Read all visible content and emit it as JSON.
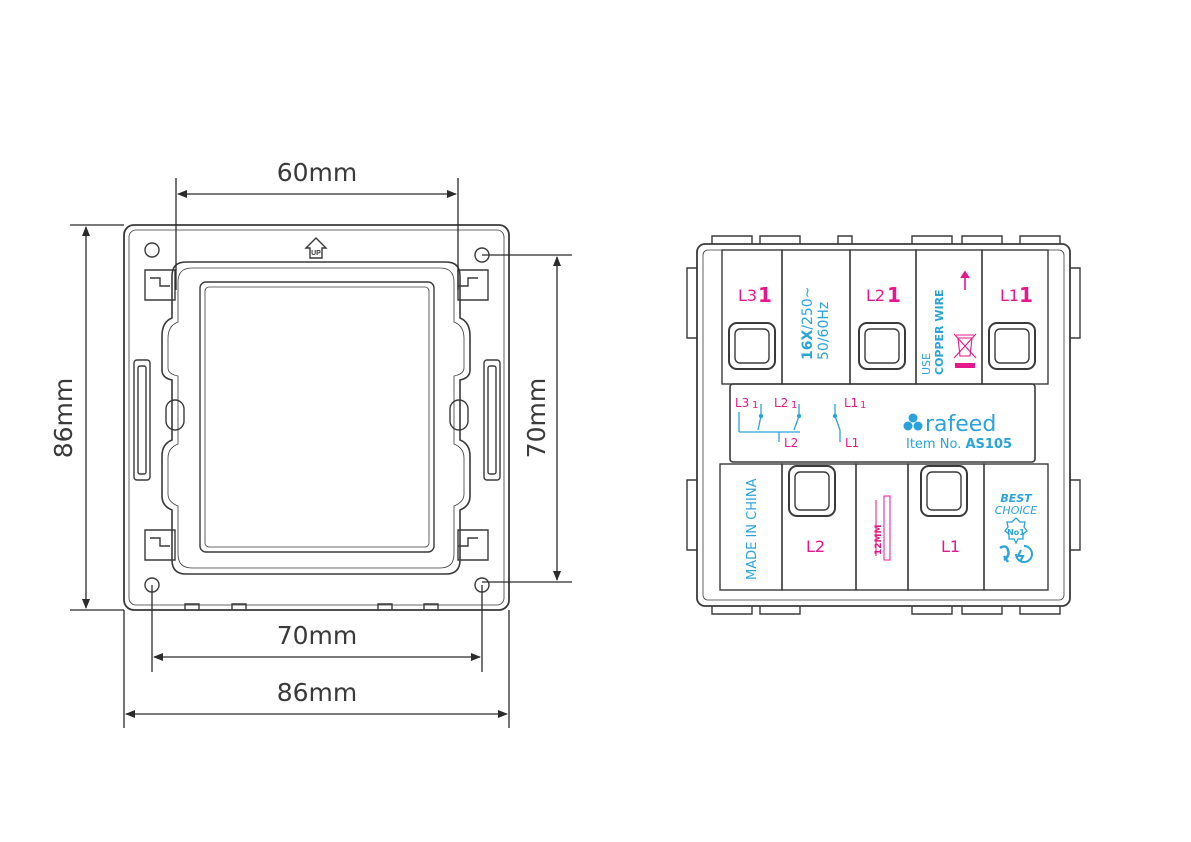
{
  "front_view": {
    "dim_top_width": "60mm",
    "dim_left_height": "86mm",
    "dim_right_height": "70mm",
    "dim_bottom_inner": "70mm",
    "dim_bottom_outer": "86mm",
    "up_mark": "UP"
  },
  "back_view": {
    "terminals_top": [
      "L3",
      "L2",
      "L1"
    ],
    "terminal_suffix": "1",
    "rating_line1_bold": "16X",
    "rating_line1_rest": "/250~",
    "rating_line2": "50/60Hz",
    "copper_line1": "USE",
    "copper_line2": "COPPER WIRE",
    "schematic_labels": [
      "L3",
      "L2",
      "L1",
      "L2",
      "L1"
    ],
    "brand": "rafeed",
    "item_prefix": "Item No.",
    "item_code": "AS105",
    "origin": "MADE IN CHINA",
    "terminals_bottom": [
      "L2",
      "L1"
    ],
    "strip_length": "12MM",
    "best_line1": "BEST",
    "best_line2": "CHOICE",
    "badge": "No1"
  },
  "colors": {
    "outline": "#3a3a3a",
    "magenta": "#e6168c",
    "blue": "#2aa3dc"
  }
}
